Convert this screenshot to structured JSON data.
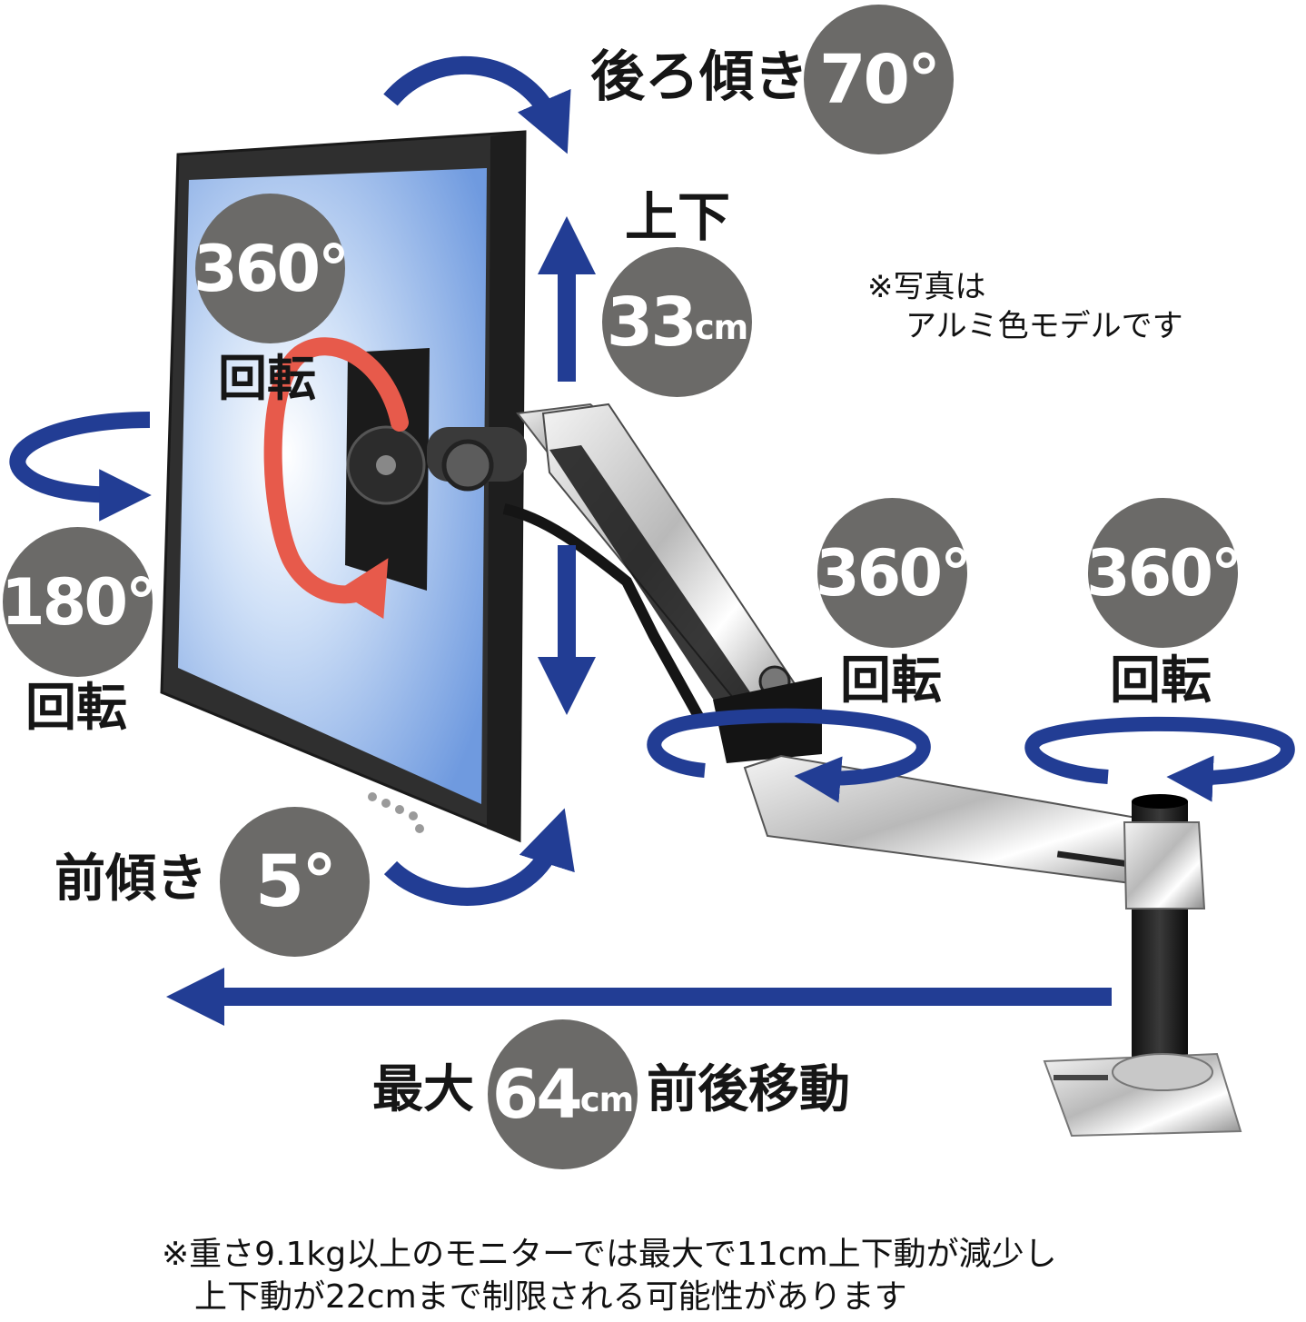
{
  "colors": {
    "arrow_blue": "#223d94",
    "arrow_red": "#e75a4b",
    "badge_gray": "#6b6a68",
    "screen_blue": "#7fa8e4"
  },
  "labels": {
    "tilt_back": "後ろ傾き",
    "tilt_back_value": "70°",
    "up_down": "上下",
    "up_down_value": "33",
    "up_down_unit": "cm",
    "screen_rotate_value": "360°",
    "screen_rotate_text": "回転",
    "swivel_value": "180°",
    "swivel_text": "回転",
    "tilt_forward": "前傾き",
    "tilt_forward_value": "5°",
    "elbow_rotate_value": "360°",
    "elbow_rotate_text": "回転",
    "base_rotate_value": "360°",
    "base_rotate_text": "回転",
    "extension_prefix": "最大",
    "extension_value": "64",
    "extension_unit": "cm",
    "extension_suffix": "前後移動"
  },
  "note": {
    "line1": "※写真は",
    "line2": "アルミ色モデルです"
  },
  "footnote": {
    "line1": "※重さ9.1kg以上のモニターでは最大で11cm上下動が減少し",
    "line2": "上下動が22cmまで制限される可能性があります"
  }
}
